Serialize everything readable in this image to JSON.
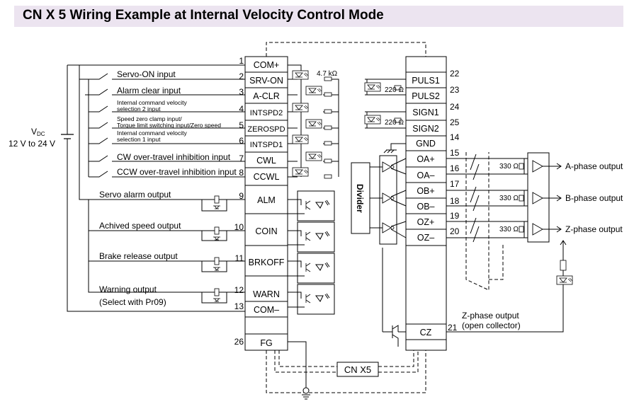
{
  "title": "CN X 5 Wiring Example at Internal Velocity Control Mode",
  "supply": {
    "label": "V",
    "sub": "DC",
    "range": "12 V to 24 V"
  },
  "left_pins": [
    {
      "num": "1",
      "sig": "COM+"
    },
    {
      "num": "2",
      "sig": "SRV-ON"
    },
    {
      "num": "3",
      "sig": "A-CLR"
    },
    {
      "num": "4",
      "sig": "INTSPD2"
    },
    {
      "num": "5",
      "sig": "ZEROSPD"
    },
    {
      "num": "6",
      "sig": "INTSPD1"
    },
    {
      "num": "7",
      "sig": "CWL"
    },
    {
      "num": "8",
      "sig": "CCWL"
    },
    {
      "num": "9",
      "sig": "ALM"
    },
    {
      "num": "10",
      "sig": "COIN"
    },
    {
      "num": "11",
      "sig": "BRKOFF"
    },
    {
      "num": "12",
      "sig": "WARN"
    },
    {
      "num": "13",
      "sig": "COM–"
    },
    {
      "num": "26",
      "sig": "FG"
    }
  ],
  "input_labels": {
    "servo_on": "Servo-ON input",
    "alarm_clear": "Alarm clear input",
    "intspd2_a": "Internal command velocity",
    "intspd2_b": "selection 2 input",
    "zerospd_a": "Speed zero clamp input/",
    "zerospd_b": "Torque limit switching input/Zero speed",
    "intspd1_a": "Internal command velocity",
    "intspd1_b": "selection 1 input",
    "cw": "CW over-travel inhibition input",
    "ccw": "CCW over-travel inhibition input"
  },
  "output_labels": {
    "alarm": "Servo alarm output",
    "coin": "Achived speed output",
    "brake": "Brake release output",
    "warn": "Warning output",
    "warn_sel": "(Select with Pr09)"
  },
  "resistor_4k7": "4.7 kΩ",
  "right_pins": [
    {
      "num": "22",
      "sig": "PULS1"
    },
    {
      "num": "23",
      "sig": "PULS2"
    },
    {
      "num": "24",
      "sig": "SIGN1"
    },
    {
      "num": "25",
      "sig": "SIGN2"
    },
    {
      "num": "14",
      "sig": "GND"
    },
    {
      "num": "15",
      "sig": "OA+"
    },
    {
      "num": "16",
      "sig": "OA–"
    },
    {
      "num": "17",
      "sig": "OB+"
    },
    {
      "num": "18",
      "sig": "OB–"
    },
    {
      "num": "19",
      "sig": "OZ+"
    },
    {
      "num": "20",
      "sig": "OZ–"
    },
    {
      "num": "21",
      "sig": "CZ"
    }
  ],
  "resistor_220": "220 Ω",
  "resistor_330": "330 Ω",
  "divider": "Divider",
  "phase_outputs": [
    "A-phase output",
    "B-phase output",
    "Z-phase output"
  ],
  "z_open": {
    "line1": "Z-phase output",
    "line2": "(open collector)"
  },
  "connector": "CN X5"
}
